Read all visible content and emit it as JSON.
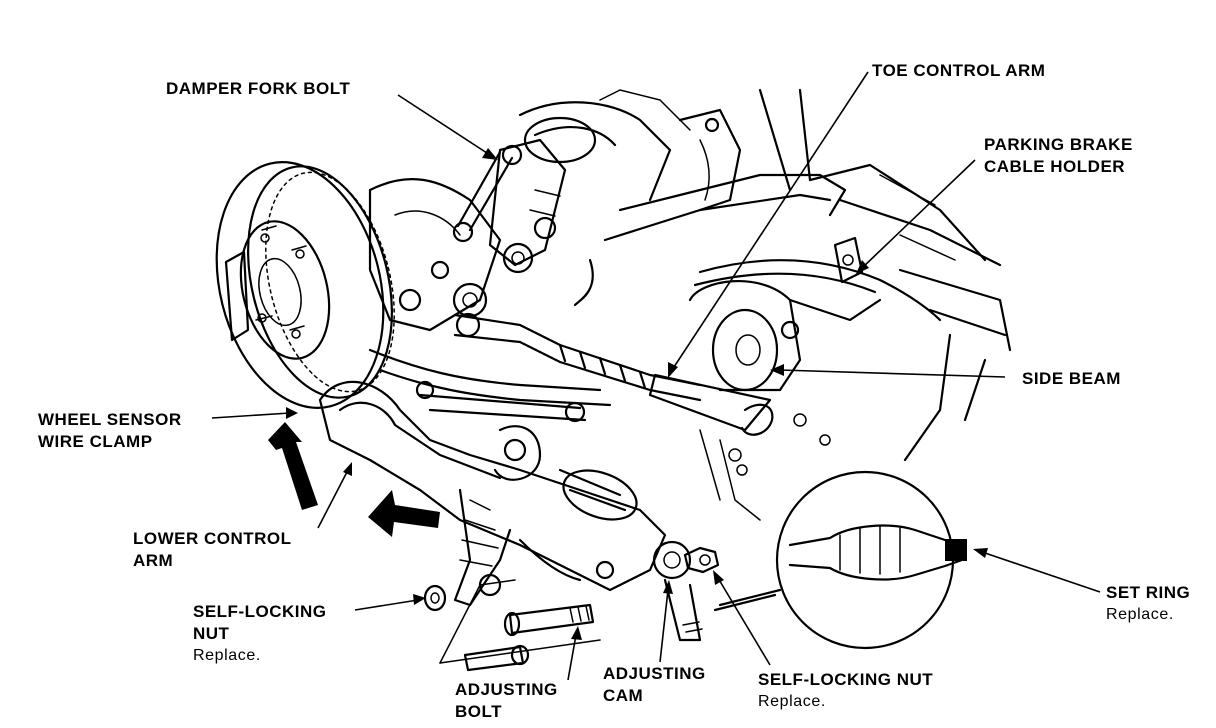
{
  "labels": {
    "damper_fork_bolt": "DAMPER FORK BOLT",
    "toe_control_arm": "TOE CONTROL ARM",
    "parking_brake_line1": "PARKING BRAKE",
    "parking_brake_line2": "CABLE HOLDER",
    "side_beam": "SIDE BEAM",
    "wheel_sensor_line1": "WHEEL SENSOR",
    "wheel_sensor_line2": "WIRE CLAMP",
    "lower_control_line1": "LOWER CONTROL",
    "lower_control_line2": "ARM",
    "self_locking_left_line1": "SELF-LOCKING",
    "self_locking_left_line2": "NUT",
    "self_locking_left_note": "Replace.",
    "adjusting_bolt_line1": "ADJUSTING",
    "adjusting_bolt_line2": "BOLT",
    "adjusting_cam_line1": "ADJUSTING",
    "adjusting_cam_line2": "CAM",
    "self_locking_right": "SELF-LOCKING NUT",
    "self_locking_right_note": "Replace.",
    "set_ring": "SET RING",
    "set_ring_note": "Replace."
  }
}
